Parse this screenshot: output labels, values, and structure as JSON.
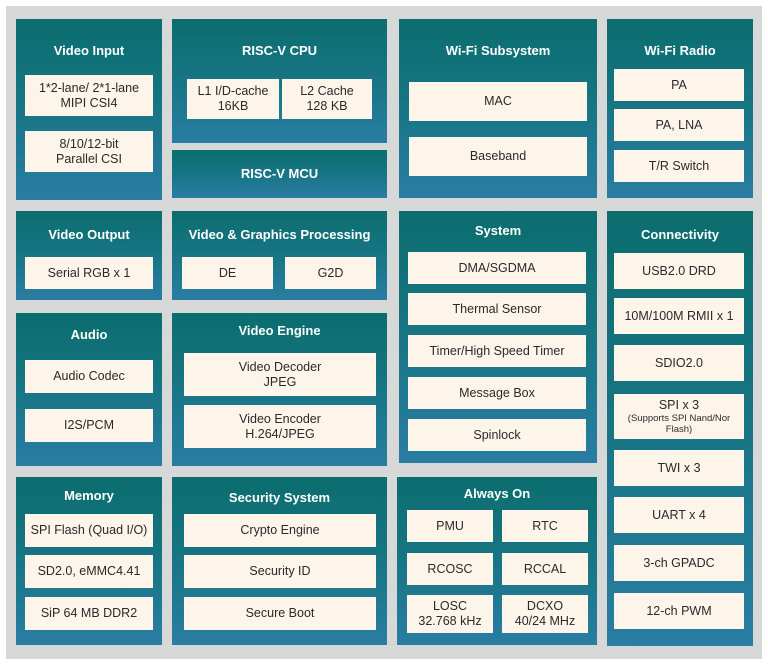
{
  "video_input": {
    "title": "Video Input",
    "mipi": [
      "1*2-lane/ 2*1-lane",
      "MIPI CSI4"
    ],
    "parallel": [
      "8/10/12-bit",
      "Parallel CSI"
    ]
  },
  "riscv_cpu": {
    "title": "RISC-V CPU",
    "l1": [
      "L1 I/D-cache",
      "16KB"
    ],
    "l2": [
      "L2 Cache",
      "128 KB"
    ]
  },
  "riscv_mcu": {
    "title": "RISC-V MCU"
  },
  "wifi_subsystem": {
    "title": "Wi-Fi Subsystem",
    "mac": "MAC",
    "baseband": "Baseband"
  },
  "wifi_radio": {
    "title": "Wi-Fi Radio",
    "pa": "PA",
    "pa_lna": "PA, LNA",
    "tr_switch": "T/R Switch"
  },
  "video_output": {
    "title": "Video Output",
    "serial_rgb": "Serial RGB x 1"
  },
  "video_graphics": {
    "title": "Video & Graphics Processing",
    "de": "DE",
    "g2d": "G2D"
  },
  "system": {
    "title": "System",
    "items": [
      "DMA/SGDMA",
      "Thermal Sensor",
      "Timer/High Speed Timer",
      "Message Box",
      "Spinlock"
    ]
  },
  "connectivity": {
    "title": "Connectivity",
    "usb": "USB2.0 DRD",
    "rmii": "10M/100M RMII x 1",
    "sdio": "SDIO2.0",
    "spi": "SPI x 3",
    "spi_note": "(Supports SPI Nand/Nor Flash)",
    "twi": "TWI x 3",
    "uart": "UART x 4",
    "gpadc": "3-ch GPADC",
    "pwm": "12-ch PWM"
  },
  "audio": {
    "title": "Audio",
    "codec": "Audio Codec",
    "i2s": "I2S/PCM"
  },
  "video_engine": {
    "title": "Video Engine",
    "decoder": [
      "Video Decoder",
      "JPEG"
    ],
    "encoder": [
      "Video Encoder",
      "H.264/JPEG"
    ]
  },
  "memory": {
    "title": "Memory",
    "items": [
      "SPI Flash (Quad I/O)",
      "SD2.0, eMMC4.41",
      "SiP 64 MB DDR2"
    ]
  },
  "security": {
    "title": "Security System",
    "items": [
      "Crypto Engine",
      "Security ID",
      "Secure Boot"
    ]
  },
  "always_on": {
    "title": "Always On",
    "pmu": "PMU",
    "rtc": "RTC",
    "rcosc": "RCOSC",
    "rccal": "RCCAL",
    "losc": [
      "LOSC",
      "32.768 kHz"
    ],
    "dcxo": [
      "DCXO",
      "40/24 MHz"
    ]
  },
  "colors": {
    "frame": "#d7d8d8",
    "block_top": "#0b6d6e",
    "block_bottom": "#2a7da3",
    "cell": "#fdf4ea"
  }
}
